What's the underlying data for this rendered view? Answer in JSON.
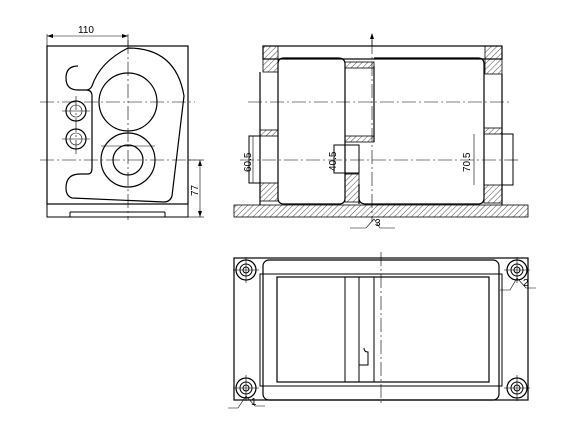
{
  "drawing": {
    "dimensions": {
      "width_left": "110",
      "height_left": "77",
      "bore_1": "60.5",
      "bore_2": "40.5",
      "bore_3": "70.5"
    },
    "callouts": {
      "mark_1": "1",
      "mark_2": "2",
      "mark_3": "3"
    },
    "colors": {
      "line": "#000000",
      "background": "#ffffff"
    }
  }
}
